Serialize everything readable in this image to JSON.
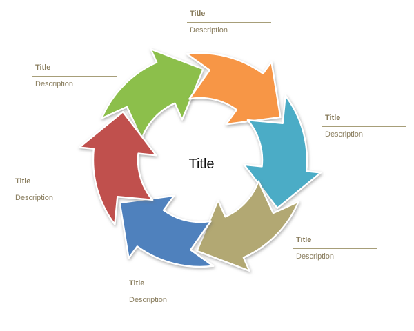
{
  "diagram": {
    "type": "cycle",
    "center": {
      "label": "Title"
    },
    "arrows": [
      {
        "name": "green",
        "color": "#8CBF4B"
      },
      {
        "name": "orange",
        "color": "#F79646"
      },
      {
        "name": "teal",
        "color": "#4BACC6"
      },
      {
        "name": "olive",
        "color": "#B2A873"
      },
      {
        "name": "blue",
        "color": "#4F81BD"
      },
      {
        "name": "red",
        "color": "#C0504D"
      }
    ],
    "callouts": [
      {
        "position": "top",
        "title": "Title",
        "description": "Description"
      },
      {
        "position": "top-left",
        "title": "Title",
        "description": "Description"
      },
      {
        "position": "right",
        "title": "Title",
        "description": "Description"
      },
      {
        "position": "bottom-right",
        "title": "Title",
        "description": "Description"
      },
      {
        "position": "bottom",
        "title": "Title",
        "description": "Description"
      },
      {
        "position": "left",
        "title": "Title",
        "description": "Description"
      }
    ],
    "colors": {
      "background": "#FFFFFF",
      "arrow_outline": "#FFFFFF",
      "label_text": "#897D5E",
      "label_line": "#A79E79",
      "center_text": "#111111"
    }
  }
}
